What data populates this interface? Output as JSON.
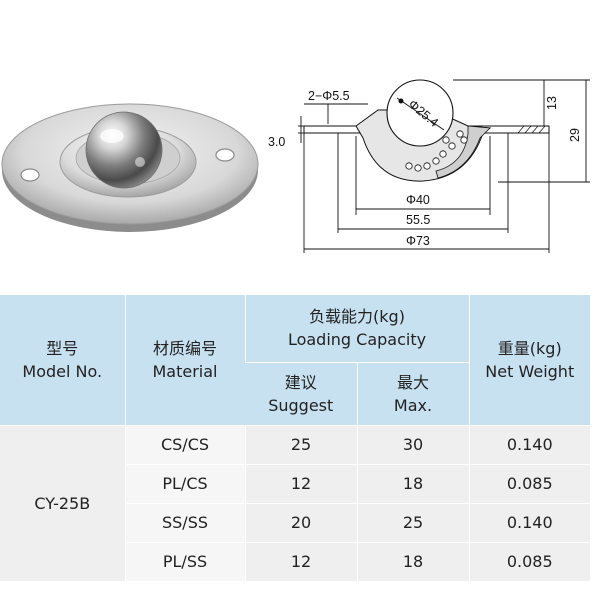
{
  "drawing": {
    "hole_callout": "2−Φ5.5",
    "ball_diameter": "Φ25.4",
    "flange_thickness": "3.0",
    "ball_projection": "13",
    "total_height": "29",
    "dia_40": "Φ40",
    "hole_pitch": "55.5",
    "dia_73": "Φ73"
  },
  "table": {
    "headers": {
      "model_cn": "型号",
      "model_en": "Model No.",
      "material_cn": "材质编号",
      "material_en": "Material",
      "capacity_cn": "负载能力(kg)",
      "capacity_en": "Loading Capacity",
      "suggest_cn": "建议",
      "suggest_en": "Suggest",
      "max_cn": "最大",
      "max_en": "Max.",
      "weight_cn": "重量(kg)",
      "weight_en": "Net Weight"
    },
    "model": "CY-25B",
    "rows": [
      {
        "material": "CS/CS",
        "suggest": "25",
        "max": "30",
        "weight": "0.140"
      },
      {
        "material": "PL/CS",
        "suggest": "12",
        "max": "18",
        "weight": "0.085"
      },
      {
        "material": "SS/SS",
        "suggest": "20",
        "max": "25",
        "weight": "0.140"
      },
      {
        "material": "PL/SS",
        "suggest": "12",
        "max": "18",
        "weight": "0.085"
      }
    ]
  }
}
